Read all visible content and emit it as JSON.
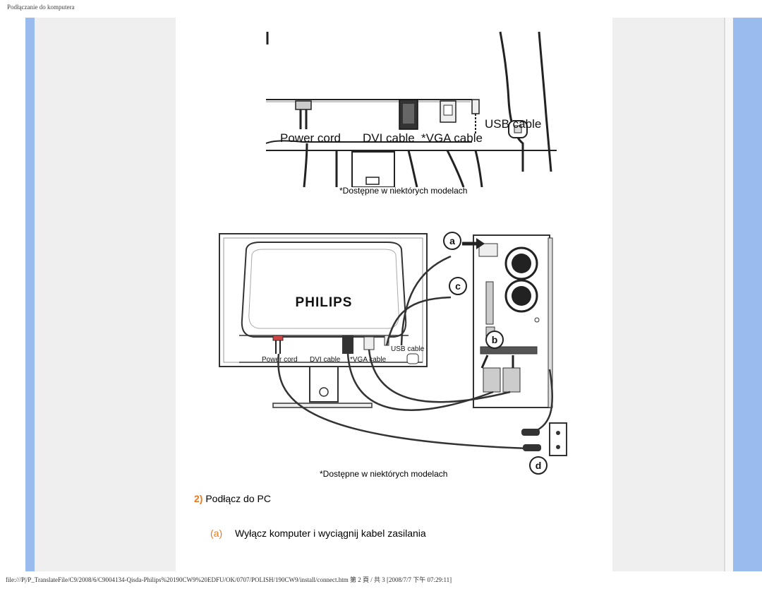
{
  "page": {
    "header": "Podłączanie do komputera",
    "footer": "file:///P|/P_TranslateFile/C9/2008/6/C9004134-Qisda-Philips%20190CW9%20EDFU/OK/0707/POLISH/190CW9/install/connect.htm 第 2 頁 / 共 3 [2008/7/7 下午 07:29:11]"
  },
  "figure1": {
    "labels": {
      "power": "Power cord",
      "dvi": "DVI cable",
      "vga": "*VGA cable",
      "usb": "USB cable"
    },
    "caption": "*Dostępne w niektórych modelach"
  },
  "figure2": {
    "brand": "PHILIPS",
    "labels": {
      "power": "Power cord",
      "dvi": "DVI cable",
      "vga": "*VGA cable",
      "usb": "USB cable",
      "a": "a",
      "b": "b",
      "c": "c",
      "d": "d"
    },
    "caption": "*Dostępne w niektórych modelach"
  },
  "steps": {
    "step2_num": "2)",
    "step2_text": "Podłącz do PC",
    "a_label": "(a)",
    "a_text": "Wyłącz komputer i wyciągnij kabel zasilania"
  },
  "colors": {
    "accent_orange": "#e87a1e",
    "sidebar_blue": "#99bbee",
    "sidebar_gray": "#efefef"
  }
}
